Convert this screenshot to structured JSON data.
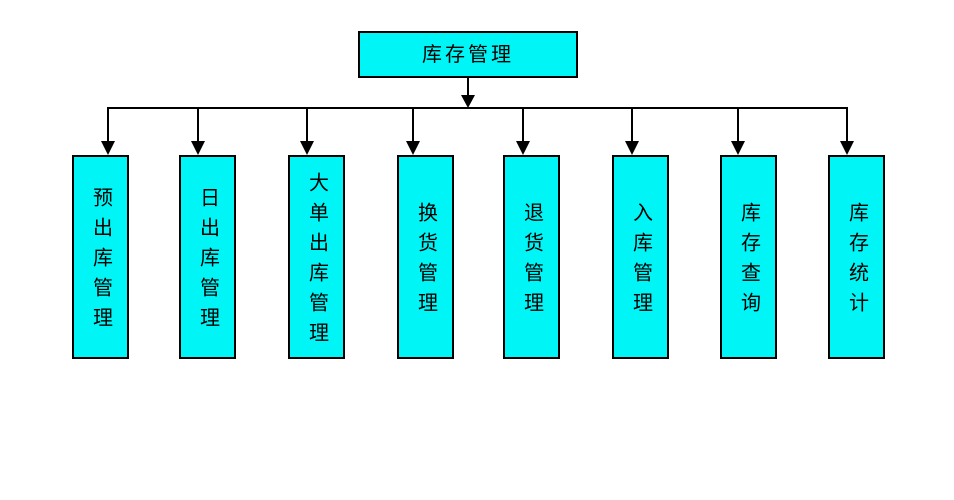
{
  "diagram": {
    "type": "hierarchy-flowchart",
    "root": {
      "label": "库存管理"
    },
    "children": [
      {
        "label": "预出库管理"
      },
      {
        "label": "日出库管理"
      },
      {
        "label": "大单出库管理"
      },
      {
        "label": "换货管理"
      },
      {
        "label": "退货管理"
      },
      {
        "label": "入库管理"
      },
      {
        "label": "库存查询"
      },
      {
        "label": "库存统计"
      }
    ],
    "colors": {
      "node_fill": "#00f6f6",
      "node_border": "#000000",
      "connector": "#000000",
      "background": "#ffffff",
      "text": "#000000"
    }
  }
}
